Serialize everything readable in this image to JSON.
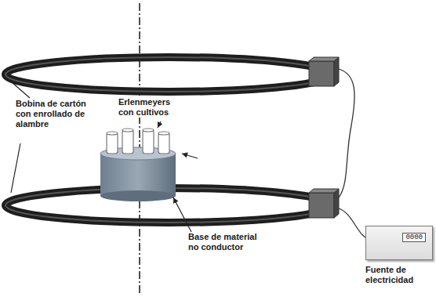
{
  "diagram": {
    "nodes": [
      {
        "text": [
          "0000",
          "Fuente de electricidad"
        ]
      }
    ],
    "labels": [
      "Bobina de cartón con enrollado de alambre",
      "Erlenmeyers con cultivos",
      "Base de material no conductor"
    ]
  }
}
